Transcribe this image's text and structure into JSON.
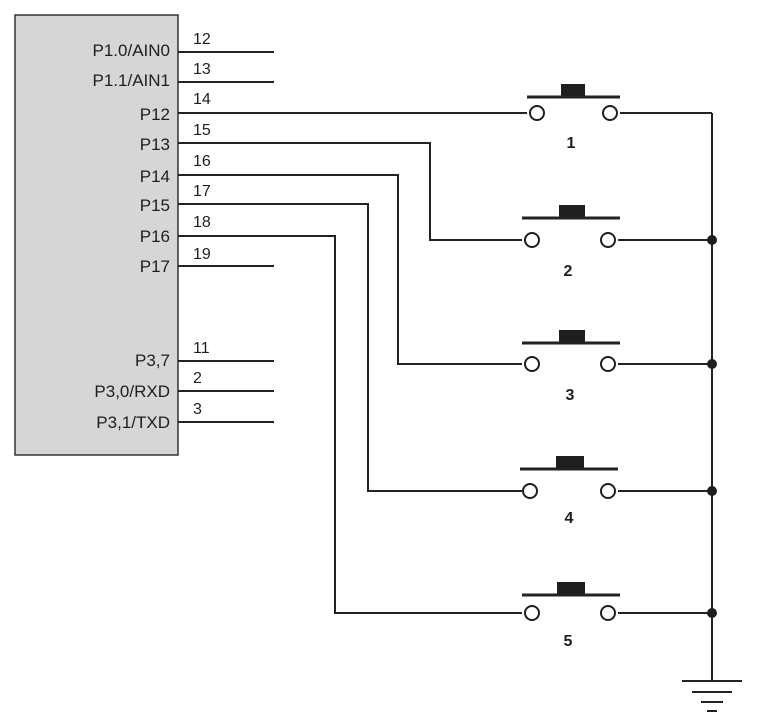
{
  "chip": {
    "pins": [
      {
        "label": "P1.0/AIN0",
        "number": "12"
      },
      {
        "label": "P1.1/AIN1",
        "number": "13"
      },
      {
        "label": "P12",
        "number": "14"
      },
      {
        "label": "P13",
        "number": "15"
      },
      {
        "label": "P14",
        "number": "16"
      },
      {
        "label": "P15",
        "number": "17"
      },
      {
        "label": "P16",
        "number": "18"
      },
      {
        "label": "P17",
        "number": "19"
      },
      {
        "label": "P3,7",
        "number": "11"
      },
      {
        "label": "P3,0/RXD",
        "number": "2"
      },
      {
        "label": "P3,1/TXD",
        "number": "3"
      }
    ]
  },
  "buttons": [
    {
      "label": "1",
      "pin": "P12"
    },
    {
      "label": "2",
      "pin": "P13"
    },
    {
      "label": "3",
      "pin": "P14"
    },
    {
      "label": "4",
      "pin": "P15"
    },
    {
      "label": "5",
      "pin": "P16"
    }
  ],
  "ground": {
    "icon": "ground-icon"
  }
}
